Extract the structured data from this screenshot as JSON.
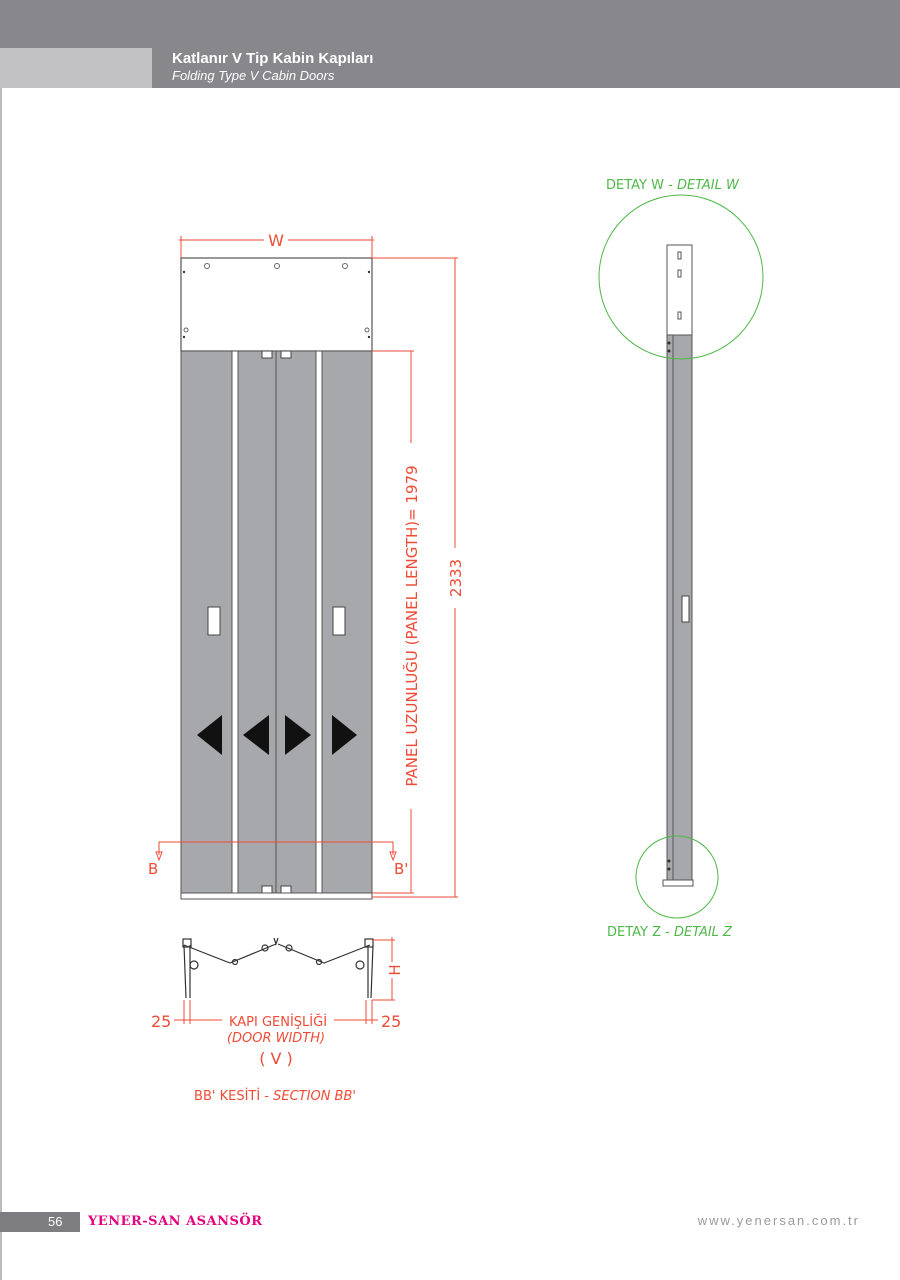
{
  "header": {
    "title": "Katlanır V Tip Kabin Kapıları",
    "subtitle": "Folding Type V Cabin Doors"
  },
  "drawing": {
    "width_label": "W",
    "total_height": "2333",
    "panel_length": "PANEL UZUNLUĞU (PANEL LENGTH)= 1979",
    "section_left": "B",
    "section_right": "B'",
    "detail_w_tr": "DETAY W - ",
    "detail_w_en": "DETAIL W",
    "detail_z_tr": "DETAY Z - ",
    "detail_z_en": "DETAIL Z"
  },
  "section": {
    "h_label": "H",
    "offset_left": "25",
    "offset_right": "25",
    "door_width_tr": "KAPI GENİŞLİĞİ",
    "door_width_en": "(DOOR WIDTH)",
    "door_width_symbol": "( V )",
    "caption_tr": "BB' KESİTİ - ",
    "caption_en": "SECTION BB'"
  },
  "footer": {
    "page_number": "56",
    "brand": "YENER-SAN ASANSÖR",
    "url": "www.yenersan.com.tr"
  },
  "colors": {
    "dimension": "#ef4b36",
    "detail": "#4fb848",
    "brand": "#e5007d",
    "header": "#88878b"
  }
}
